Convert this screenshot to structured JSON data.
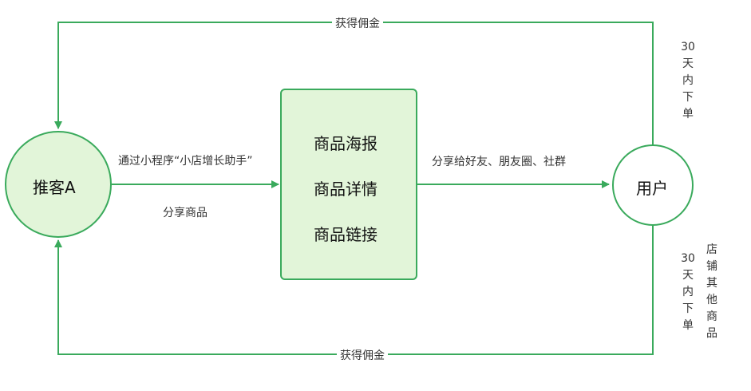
{
  "nodes": {
    "referrer": "推客A",
    "center_lines": [
      "商品海报",
      "商品详情",
      "商品链接"
    ],
    "user": "用户"
  },
  "edges": {
    "top_commission": "获得佣金",
    "bottom_commission": "获得佣金",
    "share_via": "通过小程序“小店增长助手”",
    "share_goods": "分享商品",
    "share_to": "分享给好友、朋友圈、社群",
    "order_30d_top": "30天内下单",
    "order_30d_bottom": "30天内下单",
    "other_goods": "店铺其他商品"
  },
  "colors": {
    "line": "#3aaa5c",
    "fill": "#e2f5d9",
    "node_border": "#3aaa5c"
  }
}
